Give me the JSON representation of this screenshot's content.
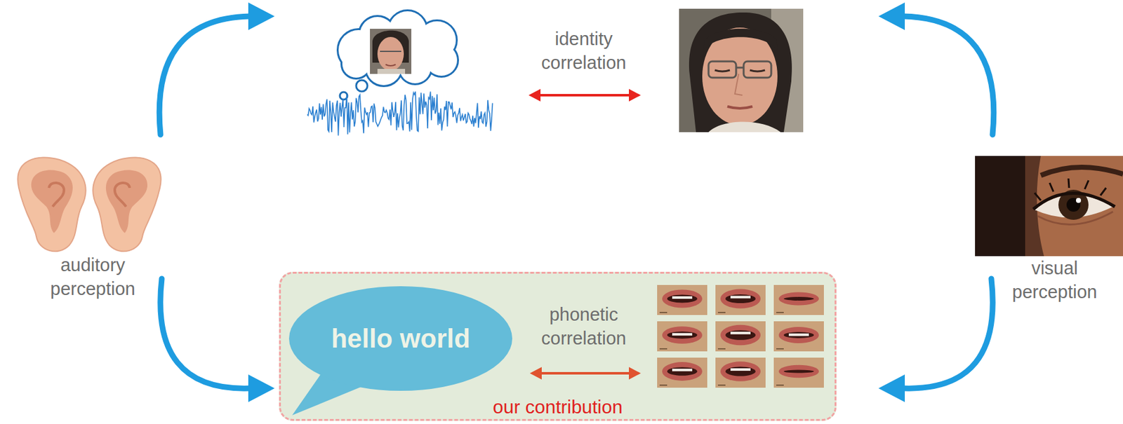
{
  "diagram": {
    "nodes": [
      {
        "text": [
          "our contribution"
        ]
      },
      {
        "text": [
          "hello world"
        ],
        "in": 0
      }
    ],
    "labels": [
      "identity correlation",
      "auditory perception",
      "visual perception",
      "phonetic correlation"
    ]
  }
}
